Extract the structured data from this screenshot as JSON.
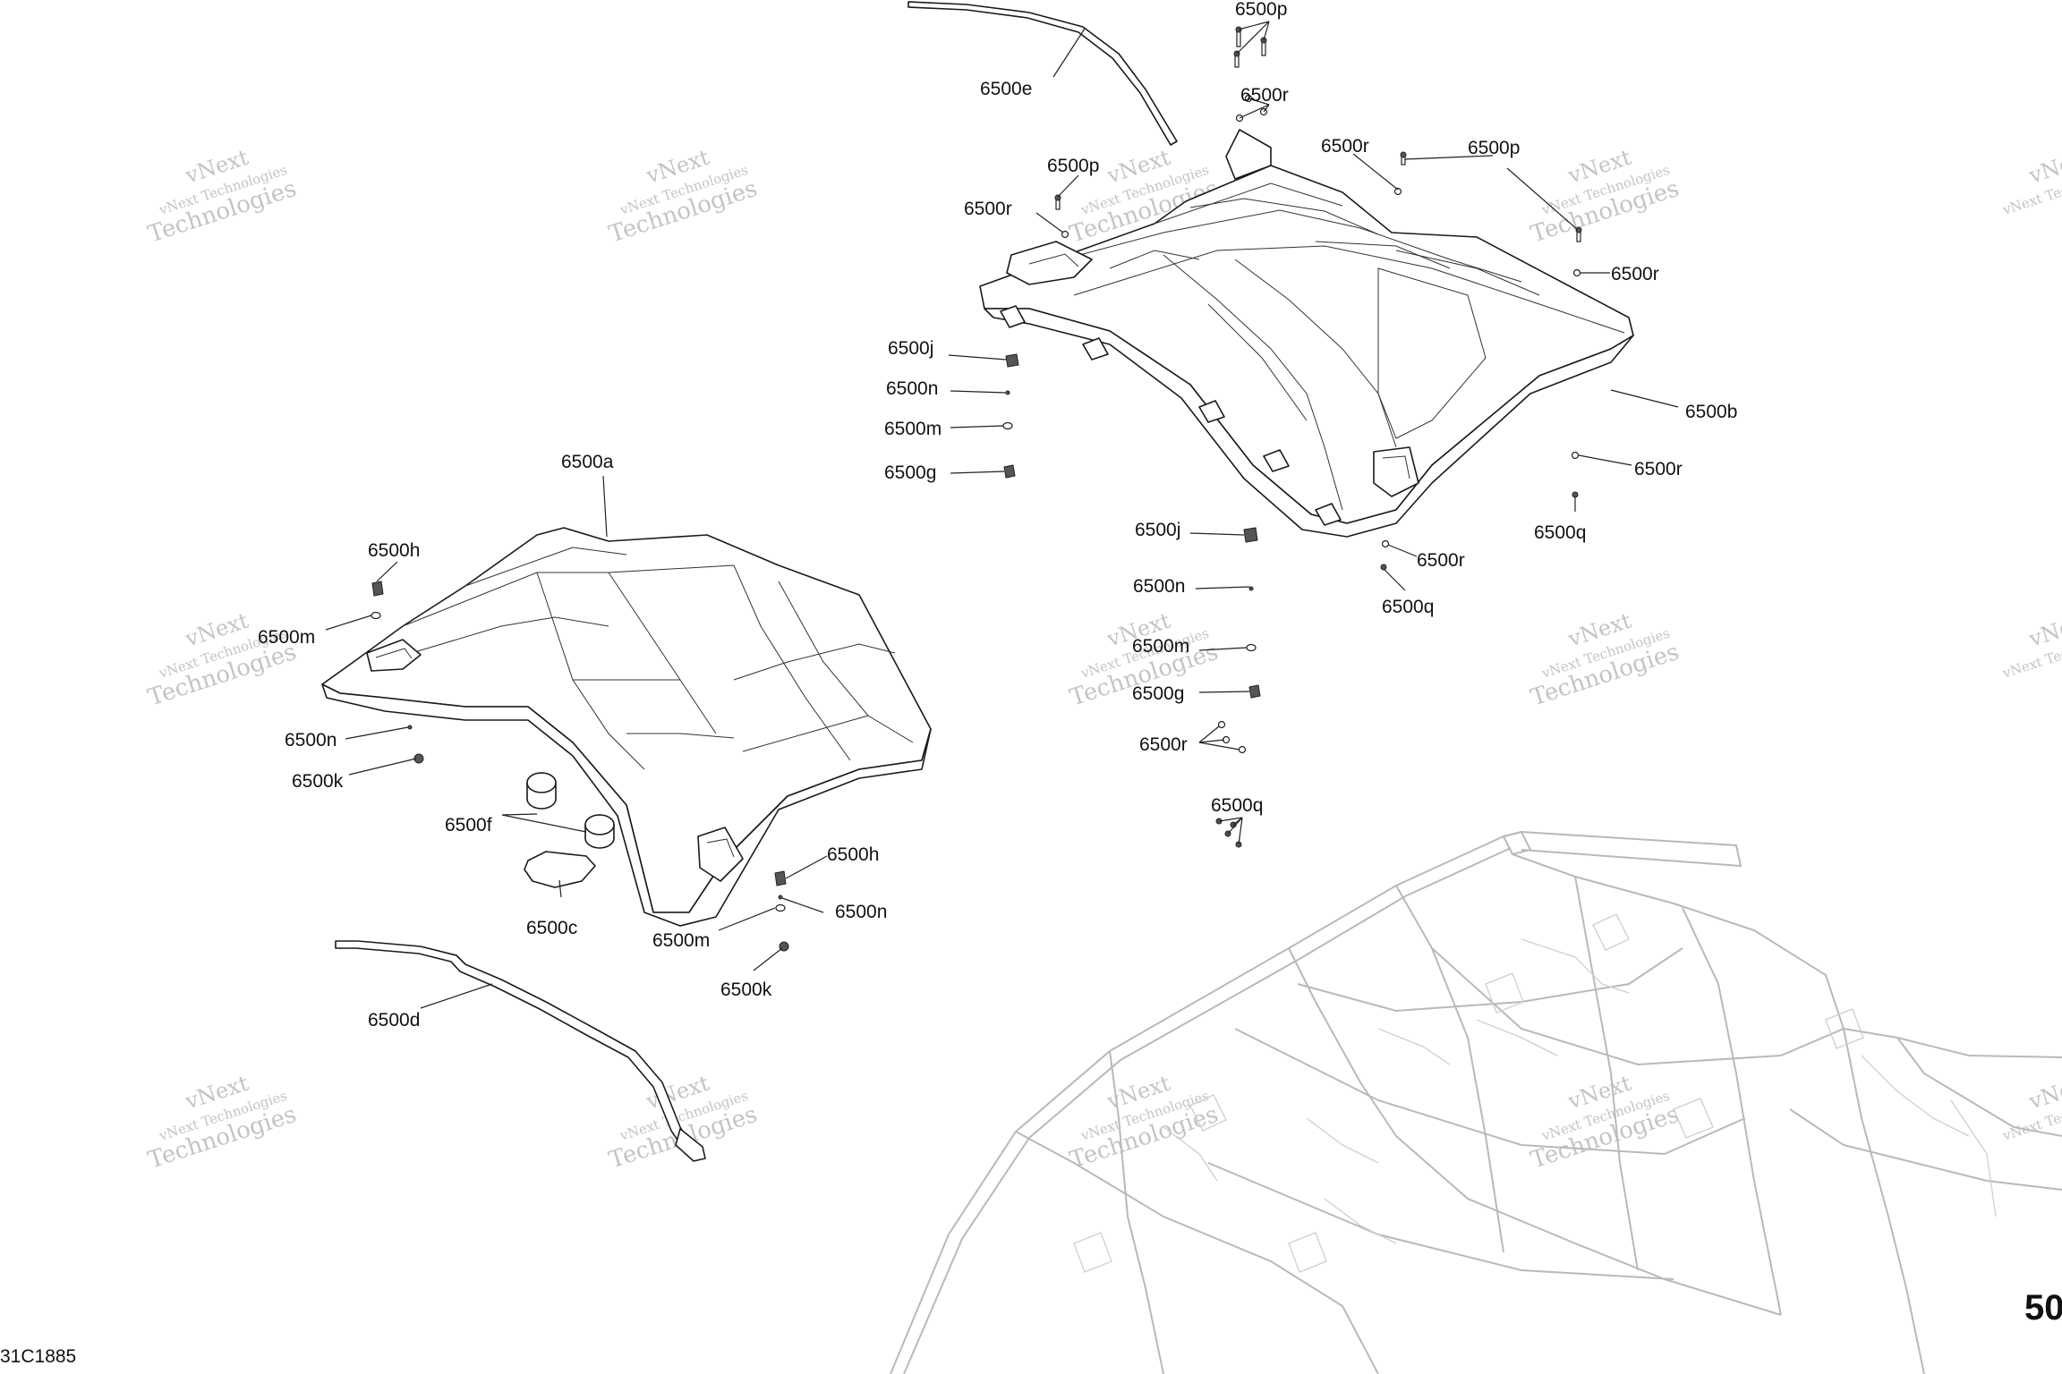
{
  "watermark": {
    "line1": "vNext Technologies",
    "line2": "vNext",
    "line3": "Technologies"
  },
  "footer": {
    "code": "31C1885",
    "page": "50"
  },
  "labels": {
    "p_top": "6500p",
    "e": "6500e",
    "r_top": "6500r",
    "r_mid": "6500r",
    "p_right": "6500p",
    "p_left": "6500p",
    "r_left": "6500r",
    "r_right1": "6500r",
    "j1": "6500j",
    "n1": "6500n",
    "m1": "6500m",
    "g1": "6500g",
    "b": "6500b",
    "r_right2": "6500r",
    "q1": "6500q",
    "j2": "6500j",
    "r_low": "6500r",
    "n2": "6500n",
    "q2": "6500q",
    "m2": "6500m",
    "g2": "6500g",
    "r_cluster": "6500r",
    "q3": "6500q",
    "a": "6500a",
    "h1": "6500h",
    "m3": "6500m",
    "n3": "6500n",
    "k1": "6500k",
    "f": "6500f",
    "c": "6500c",
    "h2": "6500h",
    "n4": "6500n",
    "m4": "6500m",
    "k2": "6500k",
    "d": "6500d"
  }
}
